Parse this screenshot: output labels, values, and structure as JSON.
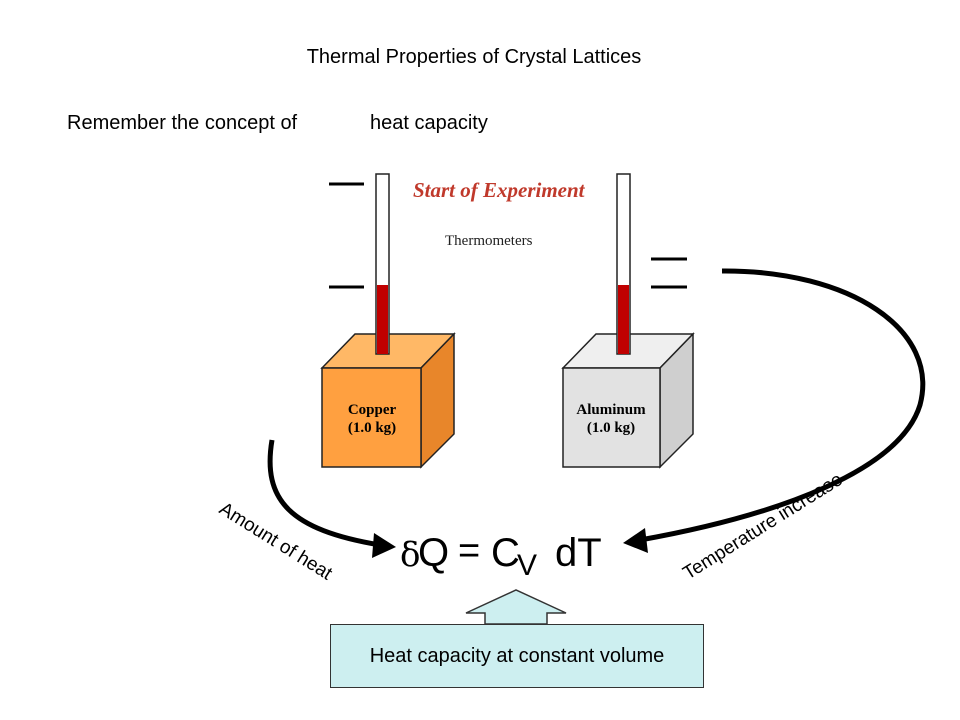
{
  "title": "Thermal Properties of Crystal Lattices",
  "intro": "Remember the concept of",
  "concept": "heat capacity",
  "figure": {
    "heading": "Start of Experiment",
    "subheading": "Thermometers",
    "copper": {
      "name": "Copper",
      "mass": "(1.0 kg)",
      "color": "#ffa040"
    },
    "aluminum": {
      "name": "Aluminum",
      "mass": "(1.0 kg)",
      "color": "#e2e2e2"
    },
    "mercury_color": "#c00000",
    "heading_color": "#c0392b"
  },
  "equation": {
    "delta": "δ",
    "Q": "Q",
    "equals": "=",
    "C": "C",
    "subscript": "V",
    "dT": "dT"
  },
  "arrow_labels": {
    "left": "Amount of heat",
    "right": "Temperature increase"
  },
  "caption": "Heat capacity at constant volume",
  "caption_color": "#cdeff0"
}
